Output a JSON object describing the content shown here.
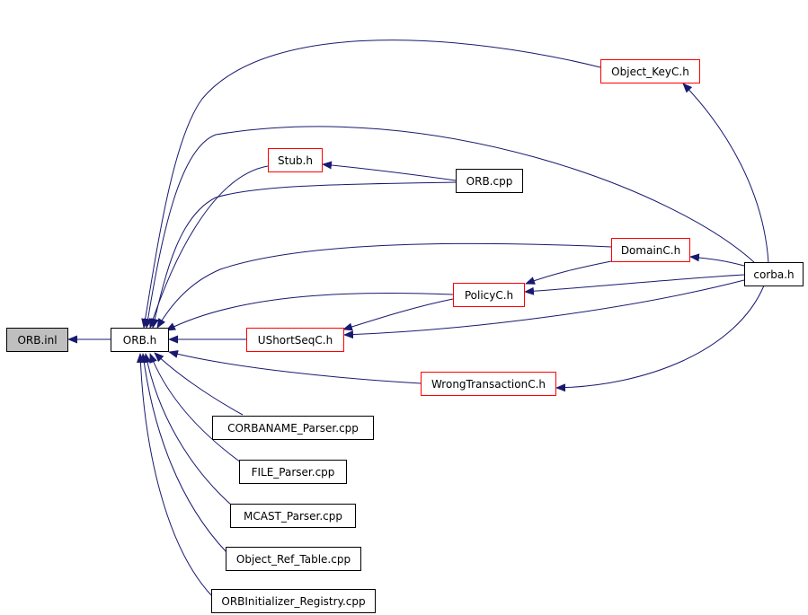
{
  "graph": {
    "edge_color": "#191970",
    "truncated_border_color": "#ff0000",
    "current_fill": "#bfbfbf",
    "nodes": {
      "orb_inl": "ORB.inl",
      "orb_h": "ORB.h",
      "object_keyc_h": "Object_KeyC.h",
      "stub_h": "Stub.h",
      "orb_cpp": "ORB.cpp",
      "domainc_h": "DomainC.h",
      "policyc_h": "PolicyC.h",
      "ushortseqc_h": "UShortSeqC.h",
      "corba_h": "corba.h",
      "wrongtransactionc_h": "WrongTransactionC.h",
      "corbaname_parser_cpp": "CORBANAME_Parser.cpp",
      "file_parser_cpp": "FILE_Parser.cpp",
      "mcast_parser_cpp": "MCAST_Parser.cpp",
      "object_ref_table_cpp": "Object_Ref_Table.cpp",
      "orbinitializer_registry_cpp": "ORBInitializer_Registry.cpp"
    }
  }
}
